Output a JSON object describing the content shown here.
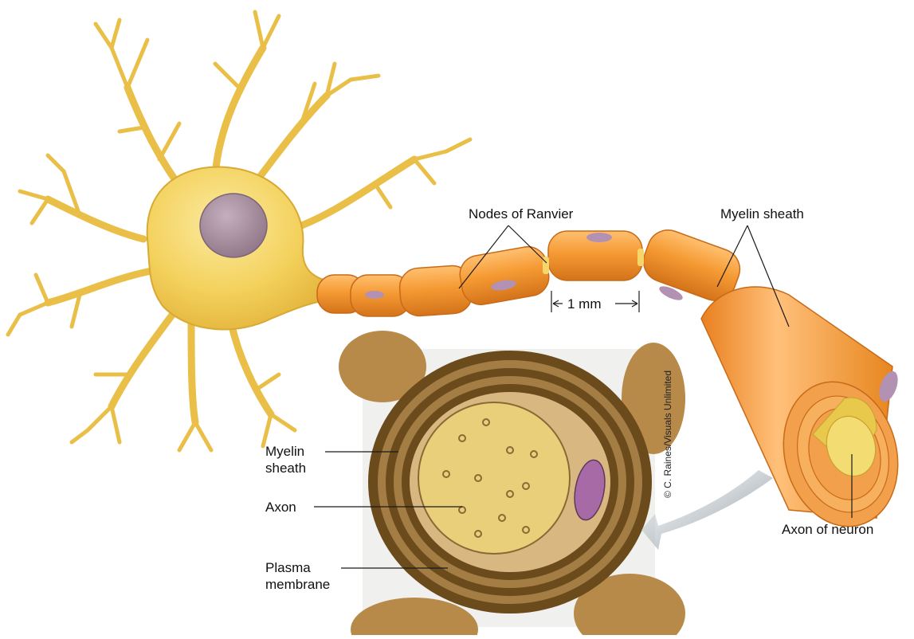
{
  "labels": {
    "nodes_of_ranvier": "Nodes of Ranvier",
    "myelin_sheath_top": "Myelin sheath",
    "scale": "1 mm",
    "axon_of_neuron": "Axon of neuron",
    "myelin_line1": "Myelin",
    "myelin_line2": "sheath",
    "axon": "Axon",
    "plasma_line1": "Plasma",
    "plasma_line2": "membrane",
    "credit": "© C. Raines/Visuals Unlimited"
  },
  "colors": {
    "cell_body": "#f3d15c",
    "nucleus": "#a58d9c",
    "myelin": "#f29a32",
    "myelin_dark": "#d9771c",
    "axon_core": "#f1d55a",
    "micrograph_dark": "#6b4a1c",
    "micrograph_axon": "#e9cf7a",
    "micrograph_nucleus": "#a86aa6",
    "arrow": "#8e9aa2"
  }
}
